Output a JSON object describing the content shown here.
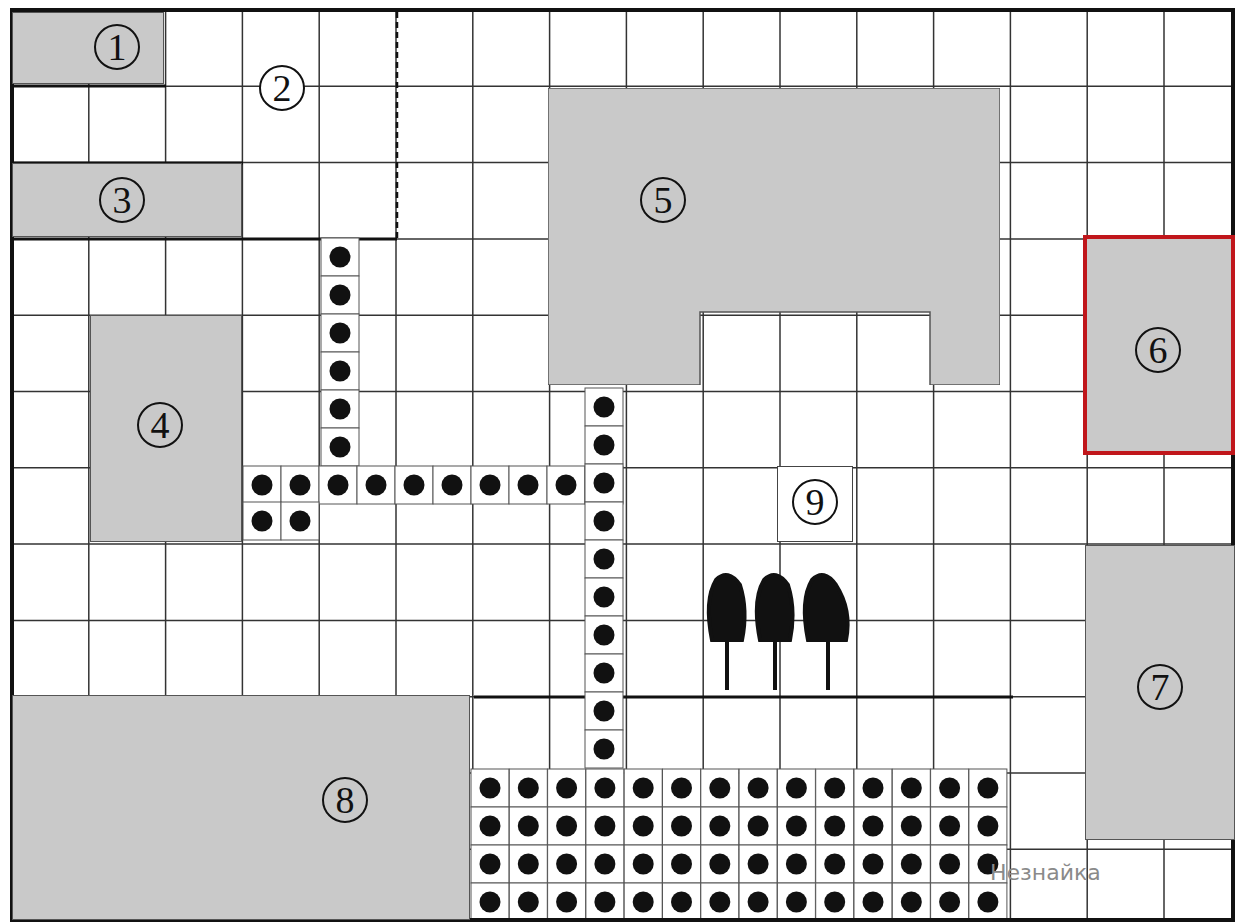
{
  "diagram": {
    "nodes": [
      {
        "text": [
          "1"
        ]
      },
      {
        "text": [
          "5"
        ]
      },
      {
        "text": [
          "3"
        ]
      },
      {
        "text": [
          "6"
        ]
      },
      {
        "text": [
          "4"
        ]
      },
      {
        "text": [
          "9"
        ]
      },
      {
        "text": [
          "7"
        ]
      },
      {
        "text": [
          "8"
        ]
      }
    ],
    "labels": [
      "2",
      "Незнайка"
    ]
  }
}
